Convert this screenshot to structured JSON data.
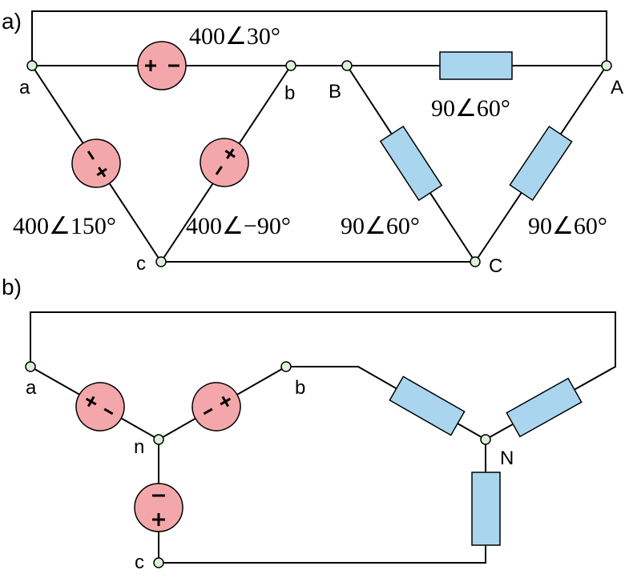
{
  "colors": {
    "source_fill": "#f4a7aa",
    "resistor_fill": "#a9d6ee",
    "node_fill": "#dcf0d8",
    "wire": "#000000"
  },
  "part_a": {
    "label": "a)",
    "nodes": {
      "a": "a",
      "b": "b",
      "c": "c",
      "A": "A",
      "B": "B",
      "C": "C"
    },
    "sources": {
      "ab": {
        "value": "400∠30°",
        "sign_left": "+",
        "sign_right": "−"
      },
      "ca": {
        "value": "400∠150°"
      },
      "bc": {
        "value": "400∠−90°"
      }
    },
    "loads": {
      "AB": "90∠60°",
      "BC": "90∠60°",
      "CA": "90∠60°"
    }
  },
  "part_b": {
    "label": "b)",
    "nodes": {
      "a": "a",
      "b": "b",
      "c": "c",
      "n": "n",
      "N": "N"
    }
  }
}
